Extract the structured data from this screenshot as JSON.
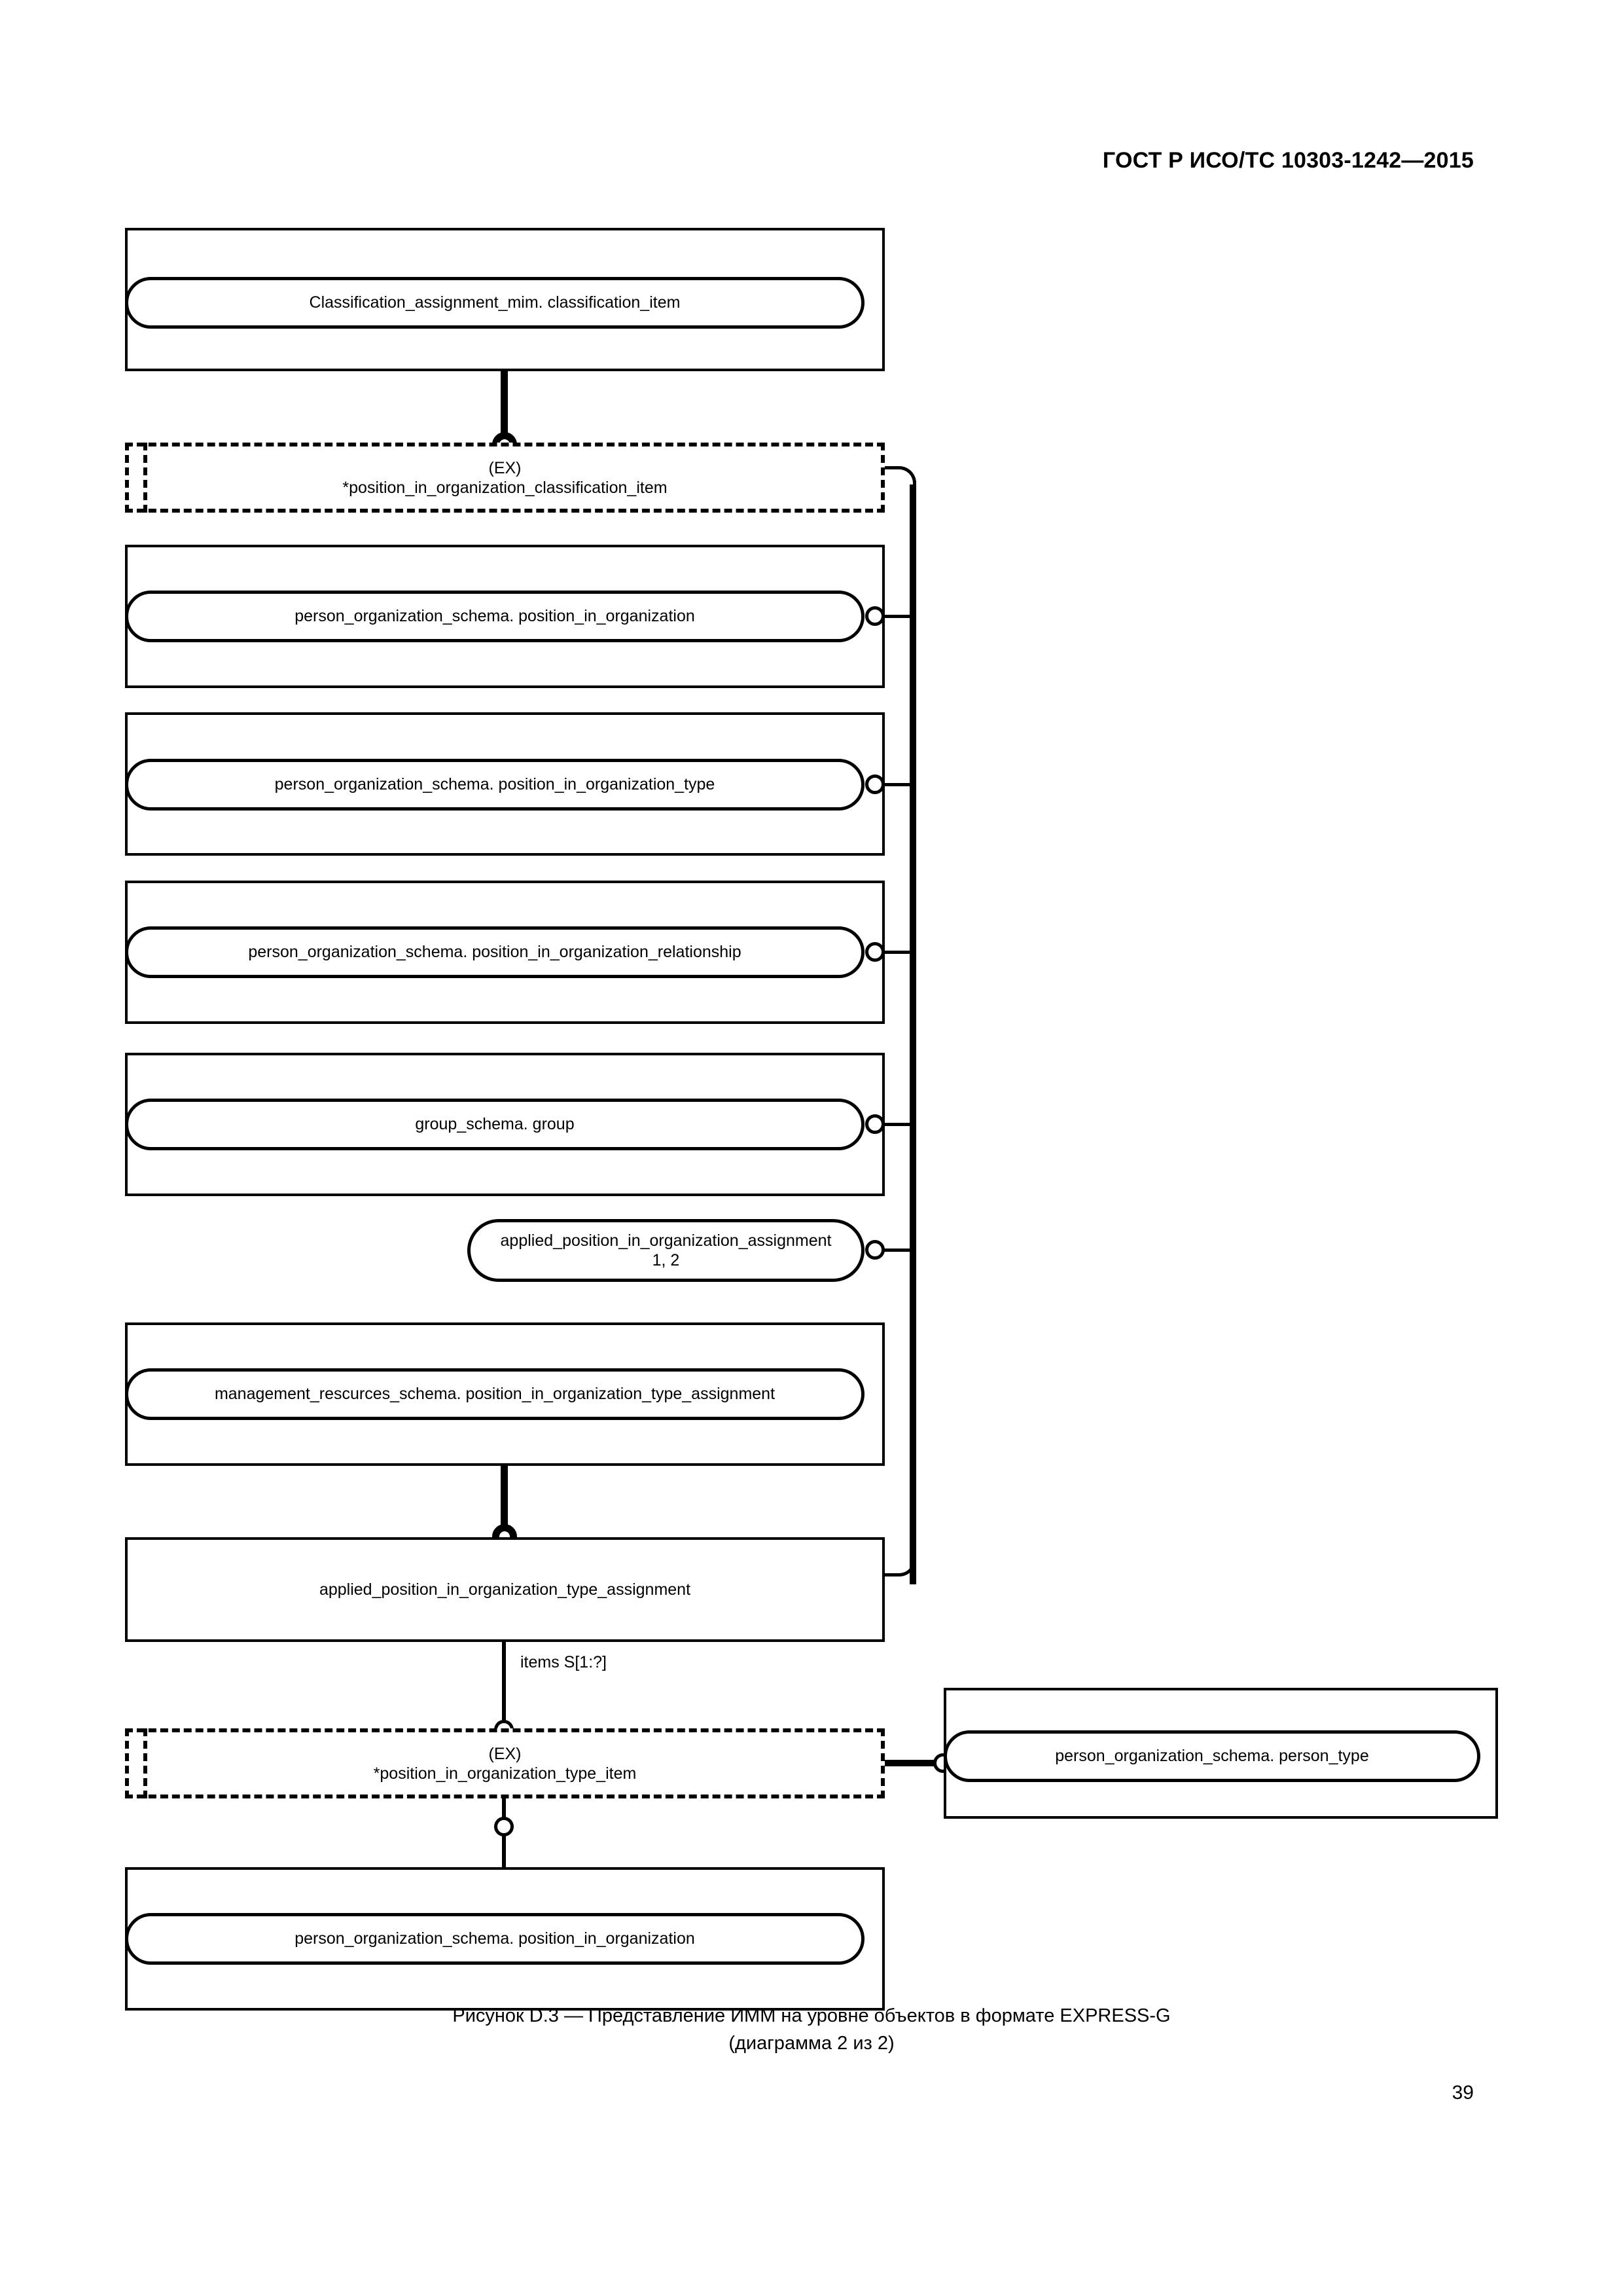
{
  "document": {
    "header": "ГОСТ Р ИСО/ТС 10303-1242—2015",
    "page_number": "39",
    "caption_line1": "Рисунок D.3 — Представление ИММ на уровне объектов в формате EXPRESS-G",
    "caption_line2": "(диаграмма 2 из 2)"
  },
  "diagram": {
    "type": "EXPRESS-G entity-level diagram",
    "nodes": [
      {
        "id": "classification-item",
        "kind": "page-box-with-pill",
        "label": "Classification_assignment_mim. classification_item"
      },
      {
        "id": "ex-position-classification-item",
        "kind": "dashed-ex-box",
        "tag": "(EX)",
        "label": "*position_in_organization_classification_item"
      },
      {
        "id": "position-in-organization-1",
        "kind": "page-box-with-pill",
        "label": "person_organization_schema. position_in_organization"
      },
      {
        "id": "position-in-organization-type",
        "kind": "page-box-with-pill",
        "label": "person_organization_schema. position_in_organization_type"
      },
      {
        "id": "position-in-organization-relationship",
        "kind": "page-box-with-pill",
        "label": "person_organization_schema. position_in_organization_relationship"
      },
      {
        "id": "group-schema-group",
        "kind": "page-box-with-pill",
        "label": "group_schema. group"
      },
      {
        "id": "applied-position-in-organization-assignment",
        "kind": "pill",
        "label": "applied_position_in_organization_assignment",
        "sublabel": "1, 2"
      },
      {
        "id": "management-rescurces-schema",
        "kind": "page-box-with-pill",
        "label": "management_rescurces_schema. position_in_organization_type_assignment"
      },
      {
        "id": "applied-position-in-organization-type-assignment",
        "kind": "plain-box",
        "label": "applied_position_in_organization_type_assignment"
      },
      {
        "id": "ex-position-type-item",
        "kind": "dashed-ex-box",
        "tag": "(EX)",
        "label": "*position_in_organization_type_item"
      },
      {
        "id": "person-type",
        "kind": "page-box-with-pill",
        "label": "person_organization_schema. person_type"
      },
      {
        "id": "position-in-organization-2",
        "kind": "page-box-with-pill",
        "label": "person_organization_schema. position_in_organization"
      }
    ],
    "edges": [
      {
        "from": "classification-item",
        "to": "ex-position-classification-item",
        "style": "thick",
        "label": ""
      },
      {
        "from": "ex-position-classification-item",
        "to": "applied-position-in-organization-type-assignment",
        "style": "bus",
        "label": ""
      },
      {
        "from": "management-rescurces-schema",
        "to": "applied-position-in-organization-type-assignment",
        "style": "thick",
        "label": ""
      },
      {
        "from": "applied-position-in-organization-type-assignment",
        "to": "ex-position-type-item",
        "style": "thin",
        "label": "items S[1:?]"
      },
      {
        "from": "ex-position-type-item",
        "to": "person-type",
        "style": "thick",
        "label": ""
      },
      {
        "from": "ex-position-type-item",
        "to": "position-in-organization-2",
        "style": "thin",
        "label": ""
      }
    ],
    "edge_labels": {
      "items": "items S[1:?]"
    }
  }
}
